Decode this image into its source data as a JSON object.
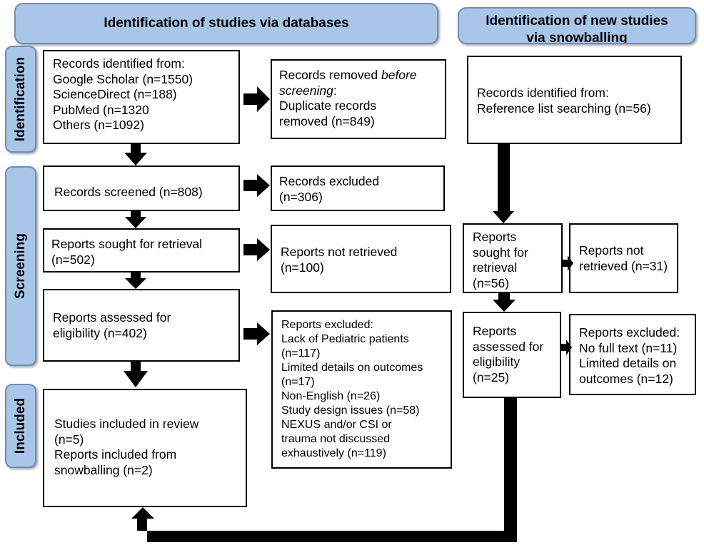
{
  "headers": {
    "databases": "Identification of studies via databases",
    "snowballing_line1": "Identification of new studies",
    "snowballing_line2": "via snowballing"
  },
  "stages": {
    "identification": "Identification",
    "screening": "Screening",
    "included": "Included"
  },
  "databases": {
    "identified": {
      "lines": [
        "Records identified from:",
        "Google Scholar (n=1550)",
        "ScienceDirect (n=188)",
        "PubMed (n=1320",
        "Others (n=1092)"
      ]
    },
    "removed": {
      "line1_prefix": "Records removed ",
      "line1_emph": "before",
      "line2_emph": "screening",
      "line2_suffix": ":",
      "line3": "Duplicate records",
      "line4": "removed (n=849)"
    },
    "screened": "Records screened (n=808)",
    "excluded": {
      "line1": "Records excluded",
      "line2": "(n=306)"
    },
    "sought": {
      "line1": "Reports sought for retrieval",
      "line2": "(n=502)"
    },
    "not_retrieved": {
      "line1": "Reports not retrieved",
      "line2": "(n=100)"
    },
    "assessed": {
      "line1": "Reports assessed for",
      "line2": "eligibility (n=402)"
    },
    "reports_excluded": {
      "lines": [
        "Reports excluded:",
        "Lack of Pediatric patients",
        "(n=117)",
        "Limited details on outcomes",
        "(n=17)",
        "Non-English (n=26)",
        "Study design issues (n=58)",
        "NEXUS and/or CSI or",
        "trauma not discussed",
        "exhaustively (n=119)"
      ]
    },
    "included": {
      "lines": [
        "Studies included in review",
        "(n=5)",
        "Reports included from",
        "snowballing (n=2)"
      ]
    }
  },
  "snowballing": {
    "identified": {
      "line1": "Records identified from:",
      "line2": "Reference list searching (n=56)"
    },
    "sought": {
      "lines": [
        "Reports",
        "sought for",
        "retrieval",
        "(n=56)"
      ]
    },
    "not_retrieved": {
      "line1": "Reports not",
      "line2": "retrieved (n=31)"
    },
    "assessed": {
      "lines": [
        "Reports",
        "assessed for",
        "eligibility",
        "(n=25)"
      ]
    },
    "excluded": {
      "lines": [
        "Reports excluded:",
        "No full text (n=11)",
        "Limited details on",
        "outcomes (n=12)"
      ]
    }
  }
}
